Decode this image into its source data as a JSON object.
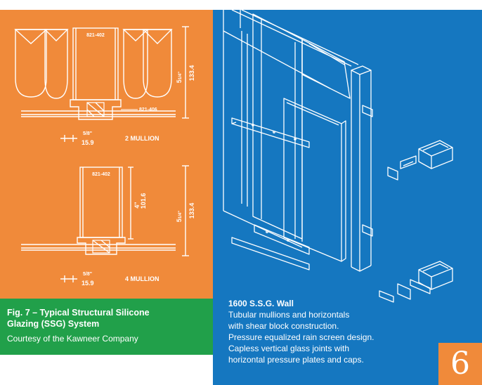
{
  "drawing1": {
    "part_top": "821-402",
    "part_side": "821-406",
    "dim_height_in": "5",
    "dim_height_frac": "1/4\"",
    "dim_height_mm": "133.4",
    "dim_offset_frac": "5/8\"",
    "dim_offset_mm": "15.9",
    "label": "2 MULLION"
  },
  "drawing2": {
    "part_top": "821-402",
    "dim_inner_in": "4\"",
    "dim_inner_mm": "101.6",
    "dim_height_in": "5",
    "dim_height_frac": "1/4\"",
    "dim_height_mm": "133.4",
    "dim_offset_frac": "5/8\"",
    "dim_offset_mm": "15.9",
    "label": "4 MULLION"
  },
  "figure": {
    "title_line1": "Fig. 7 – Typical Structural Silicone",
    "title_line2": "Glazing (SSG) System",
    "credit": "Courtesy of the Kawneer Company"
  },
  "wall": {
    "title": "1600 S.S.G. Wall",
    "lines": [
      "Tubular mullions and horizontals",
      "with shear block construction.",
      "Pressure equalized rain screen design.",
      "Capless vertical glass joints with",
      "horizontal pressure plates and caps."
    ]
  },
  "page_number": "6",
  "colors": {
    "orange": "#f08a3a",
    "blue": "#1577c0",
    "green": "#21a04a",
    "line": "#ffffff"
  }
}
